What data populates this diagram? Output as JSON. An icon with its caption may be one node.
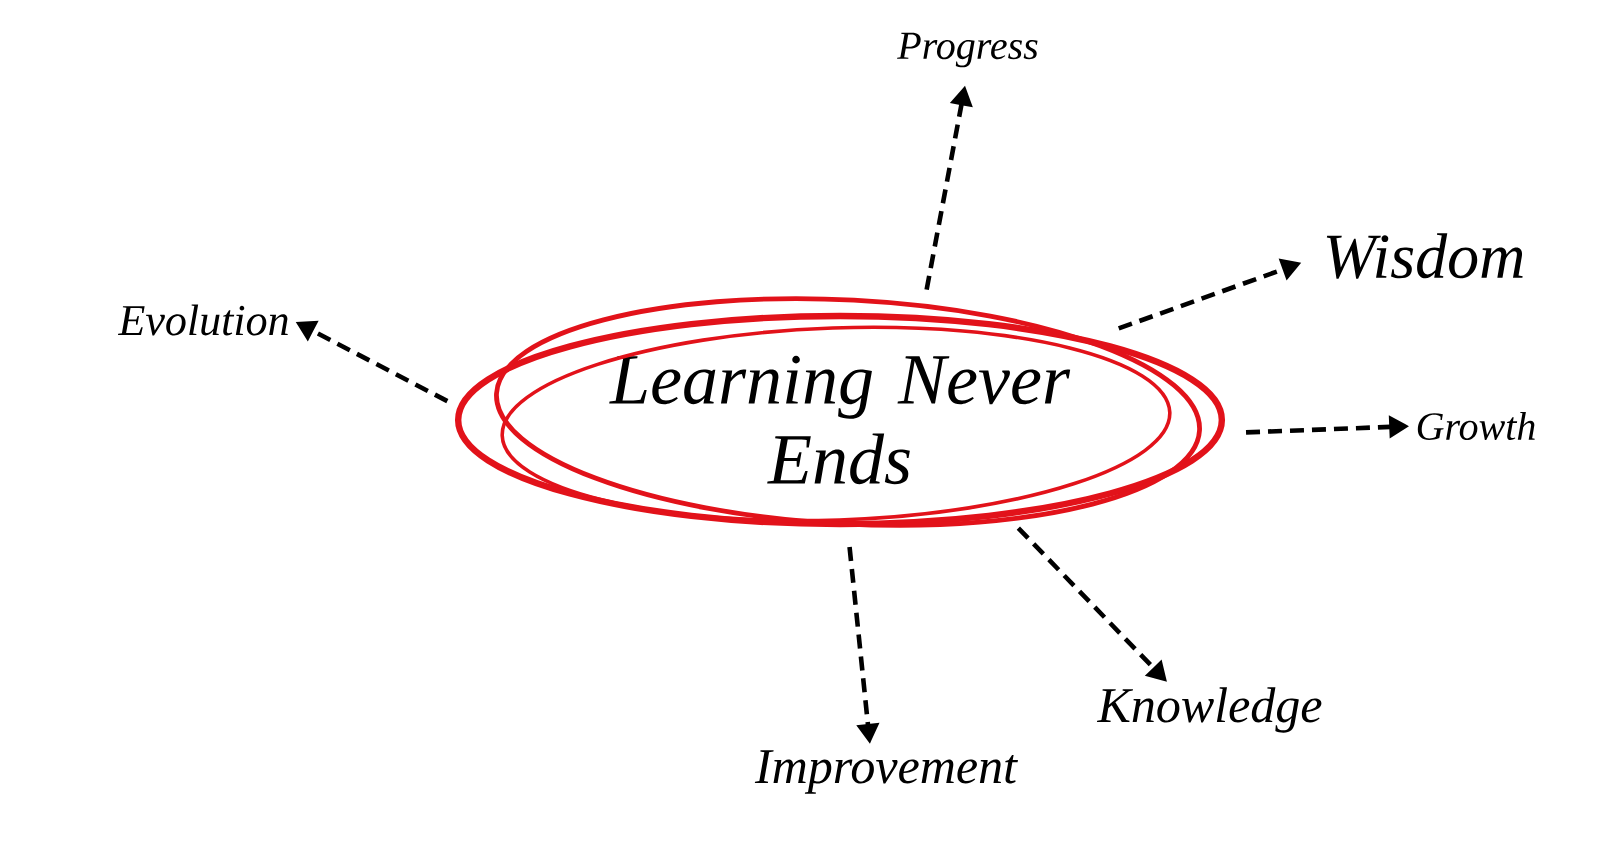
{
  "diagram": {
    "nodes": [
      {
        "text": [
          "Learning Never Ends"
        ]
      },
      {
        "text": [
          "Progress"
        ]
      },
      {
        "text": [
          "Wisdom"
        ]
      },
      {
        "text": [
          "Growth"
        ]
      },
      {
        "text": [
          "Knowledge"
        ]
      },
      {
        "text": [
          "Improvement"
        ]
      },
      {
        "text": [
          "Evolution"
        ]
      }
    ],
    "edges": [
      {
        "from": 0,
        "to": 1,
        "arrow": "to",
        "style": "dashed"
      },
      {
        "from": 0,
        "to": 2,
        "arrow": "to",
        "style": "dashed"
      },
      {
        "from": 0,
        "to": 3,
        "arrow": "to",
        "style": "dashed"
      },
      {
        "from": 0,
        "to": 4,
        "arrow": "to",
        "style": "dashed"
      },
      {
        "from": 0,
        "to": 5,
        "arrow": "to",
        "style": "dashed"
      },
      {
        "from": 0,
        "to": 6,
        "arrow": "to",
        "style": "dashed"
      }
    ]
  }
}
